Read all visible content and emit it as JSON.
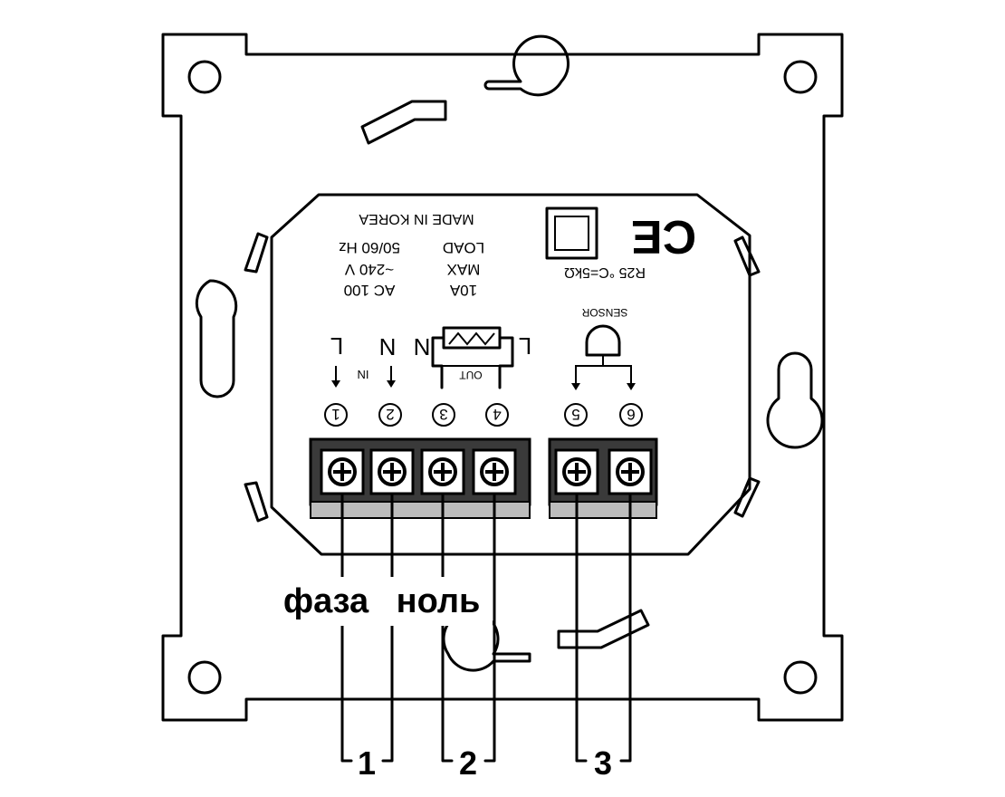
{
  "labels": {
    "made_in": "MADE IN KOREA",
    "power_line1": "AC 100",
    "power_line2": "~240 V",
    "power_line3": "50/60 Hz",
    "load_line1": "10A",
    "load_line2": "MAX",
    "load_line3": "LOAD",
    "sensor_spec": "R25 °C=5kΩ",
    "sensor": "SENSOR",
    "in": "IN",
    "out": "OUT",
    "ce": "CE",
    "t_L_in": "L",
    "t_N_in": "N",
    "t_N_out": "N",
    "t_L_out": "L"
  },
  "terminals": [
    "1",
    "2",
    "3",
    "4",
    "5",
    "6"
  ],
  "wires": {
    "phase": "фаза",
    "neutral": "ноль"
  },
  "groups": {
    "g1": "1",
    "g2": "2",
    "g3": "3"
  }
}
